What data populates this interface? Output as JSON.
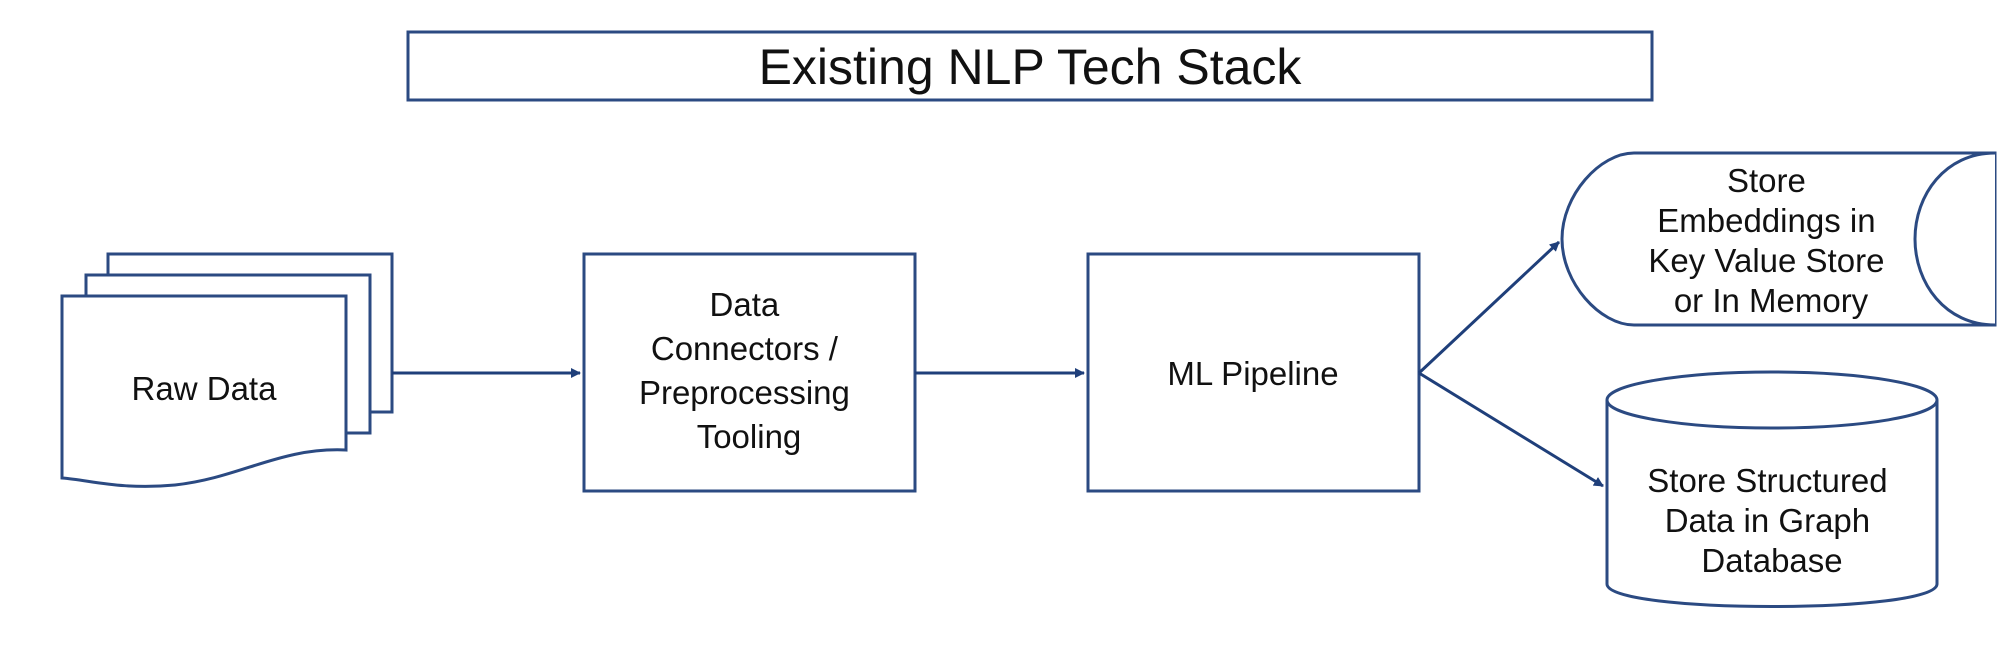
{
  "title": "Existing NLP Tech Stack",
  "nodes": {
    "raw_data": {
      "lines": [
        "Raw Data"
      ]
    },
    "connectors": {
      "lines": [
        "Data",
        "Connectors /",
        "Preprocessing",
        "Tooling"
      ]
    },
    "ml_pipeline": {
      "lines": [
        "ML Pipeline"
      ]
    },
    "embeddings_store": {
      "lines": [
        "Store",
        "Embeddings in",
        "Key Value Store",
        "or In Memory"
      ]
    },
    "graph_db": {
      "lines": [
        "Store Structured",
        "Data in Graph",
        "Database"
      ]
    }
  },
  "colors": {
    "stroke": "#2b4a82",
    "arrow": "#1f3f7a",
    "text": "#111111",
    "background": "#ffffff"
  }
}
